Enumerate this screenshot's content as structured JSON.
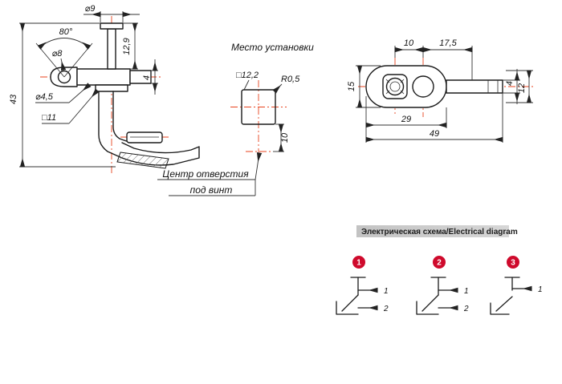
{
  "colors": {
    "line": "#1b1b1b",
    "centerline": "#e8431e",
    "header_bg": "#c9c9c9",
    "accent_red": "#cf0a2c"
  },
  "left_view": {
    "dim_d9": "⌀9",
    "dim_angle": "80°",
    "dim_d8": "⌀8",
    "dim_12_9": "12,9",
    "dim_4": "4",
    "dim_43": "43",
    "dim_d45": "⌀4,5",
    "dim_sq11": "□11"
  },
  "install_view": {
    "title": "Место установки",
    "dim_sq122": "□12,2",
    "dim_r05": "R0,5",
    "dim_10": "10",
    "note_line1": "Центр отверстия",
    "note_line2": "под винт"
  },
  "top_view": {
    "dim_10": "10",
    "dim_17_5": "17,5",
    "dim_15": "15",
    "dim_29": "29",
    "dim_49": "49",
    "dim_4": "4",
    "dim_12": "12"
  },
  "electrical": {
    "header": "Электрическая схема/Electrical diagram",
    "circuits": [
      {
        "number": "1",
        "terminals": [
          "1",
          "2"
        ]
      },
      {
        "number": "2",
        "terminals": [
          "1",
          "2"
        ]
      },
      {
        "number": "3",
        "terminals": [
          "1"
        ]
      }
    ]
  }
}
